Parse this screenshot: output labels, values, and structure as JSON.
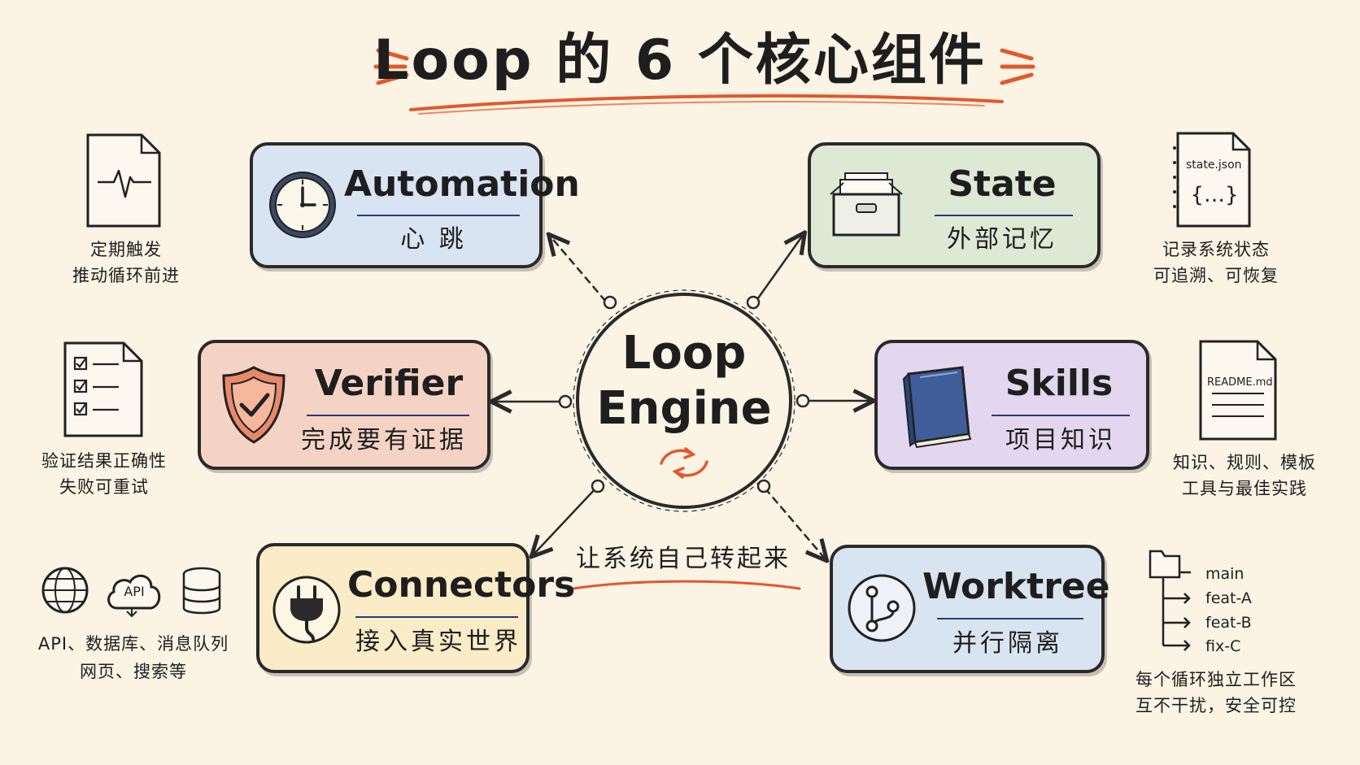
{
  "title": "Loop 的 6 个核心组件",
  "engine": {
    "line1": "Loop",
    "line2": "Engine"
  },
  "tagline": "让系统自己转起来",
  "components": {
    "automation": {
      "name": "Automation",
      "sub": "心 跳",
      "color": "#d8e4f2",
      "icon": "clock-icon",
      "note1": "定期触发",
      "note2": "推动循环前进",
      "side_icon": "heartbeat-file-icon"
    },
    "state": {
      "name": "State",
      "sub": "外部记忆",
      "color": "#dde9d5",
      "icon": "archive-box-icon",
      "note1": "记录系统状态",
      "note2": "可追溯、可恢复",
      "side_icon": "json-file-icon",
      "file_name": "state.json",
      "file_body": "{…}"
    },
    "verifier": {
      "name": "Verifier",
      "sub": "完成要有证据",
      "color": "#f5d3c4",
      "icon": "shield-check-icon",
      "note1": "验证结果正确性",
      "note2": "失败可重试",
      "side_icon": "checklist-icon"
    },
    "skills": {
      "name": "Skills",
      "sub": "项目知识",
      "color": "#e2d7ee",
      "icon": "book-icon",
      "note1": "知识、规则、模板",
      "note2": "工具与最佳实践",
      "side_icon": "readme-file-icon",
      "file_name": "README.md"
    },
    "connectors": {
      "name": "Connectors",
      "sub": "接入真实世界",
      "color": "#faecc6",
      "icon": "plug-icon",
      "note1": "API、数据库、消息队列",
      "note2": "网页、搜索等",
      "side_icons": [
        "globe-icon",
        "cloud-api-icon",
        "database-icon"
      ],
      "api_label": "API"
    },
    "worktree": {
      "name": "Worktree",
      "sub": "并行隔离",
      "color": "#d9e4f1",
      "icon": "git-branch-icon",
      "note1": "每个循环独立工作区",
      "note2": "互不干扰，安全可控",
      "side_icon": "folder-tree-icon",
      "branches": [
        "main",
        "feat-A",
        "feat-B",
        "fix-C"
      ]
    }
  },
  "colors": {
    "accent": "#e2582b",
    "ink": "#1e1e1e",
    "rule": "#2a3a7a",
    "background": "#fbf3e3"
  }
}
